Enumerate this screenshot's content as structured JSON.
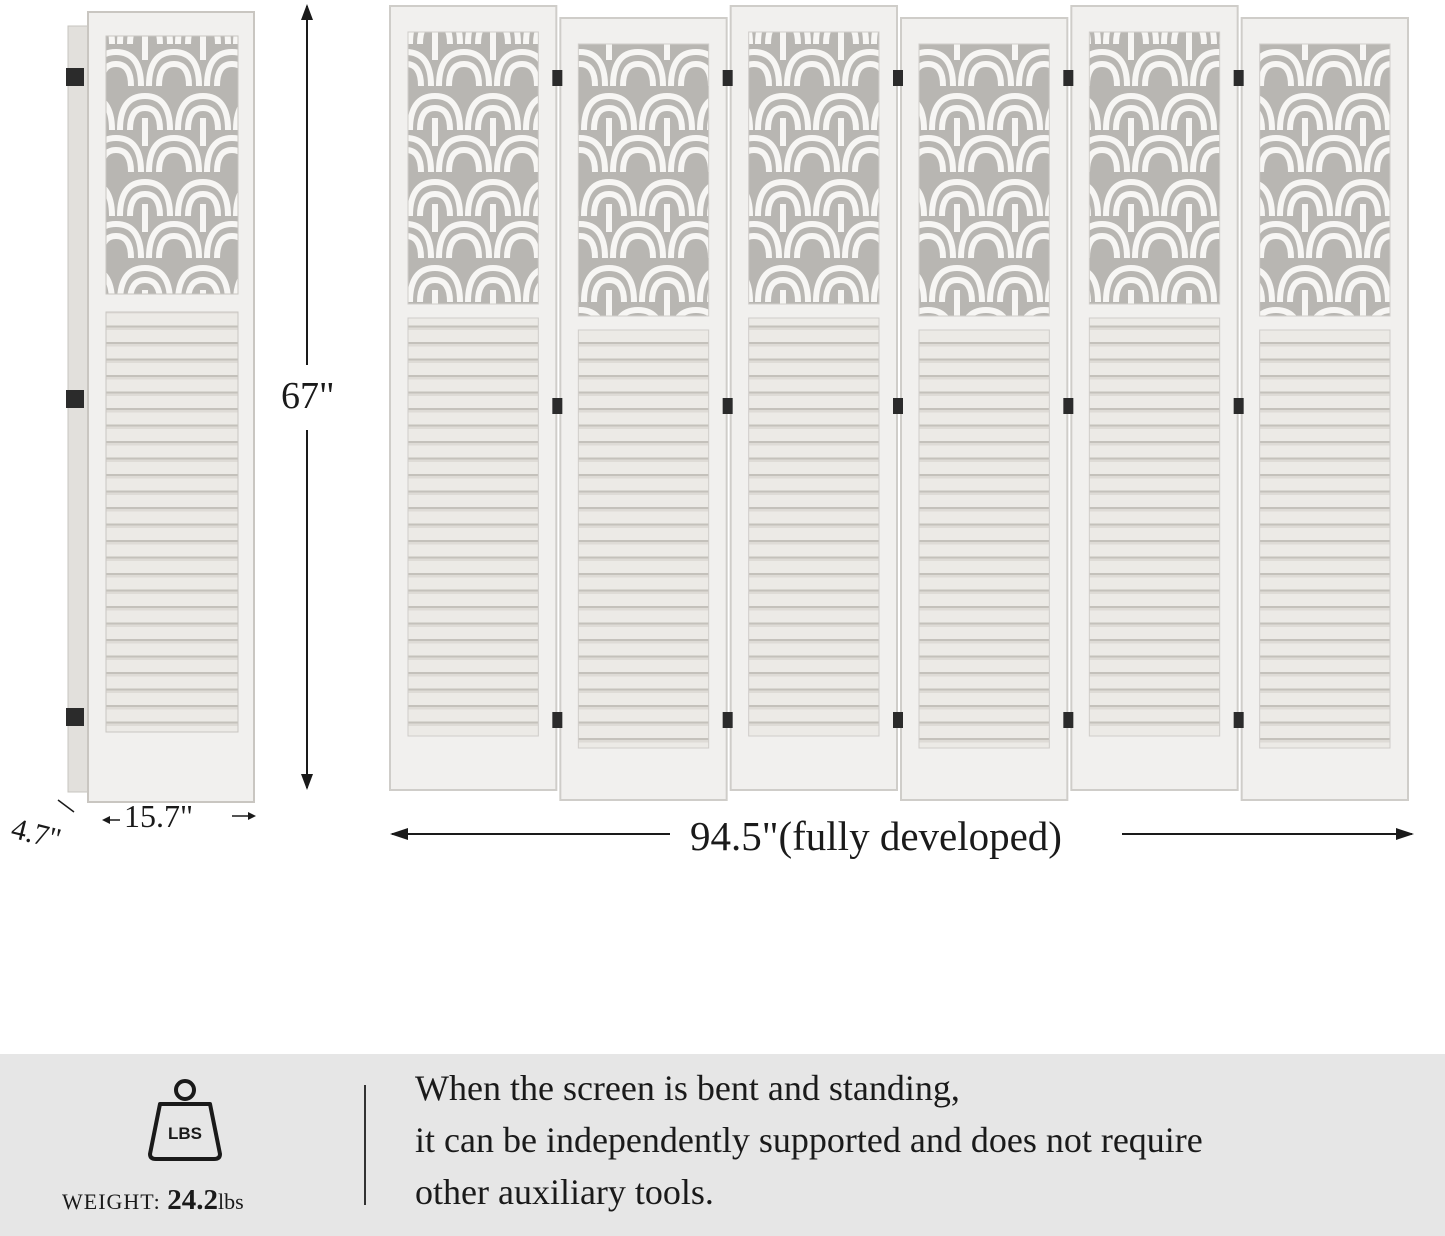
{
  "product": {
    "panel_count": 6,
    "colors": {
      "frame": "#f1f0ee",
      "frame_edge": "#cfcdc9",
      "slat": "#eceae6",
      "slat_line": "#bdbab4",
      "lattice_bg": "#b8b6b2",
      "lattice_fg": "#f7f6f4",
      "hinge": "#2b2b2b",
      "band": "#e6e6e6"
    }
  },
  "dimensions": {
    "height": "67\"",
    "panel_width": "15.7\"",
    "depth": "4.7\"",
    "total_width": "94.5\"(fully developed)"
  },
  "weight": {
    "icon": "weight-icon",
    "icon_text": "LBS",
    "label": "WEIGHT:",
    "value": "24.2",
    "unit": "lbs"
  },
  "description": {
    "line1": "When the screen is bent and standing,",
    "line2": "it can be independently supported and does not require",
    "line3": "other auxiliary tools."
  }
}
